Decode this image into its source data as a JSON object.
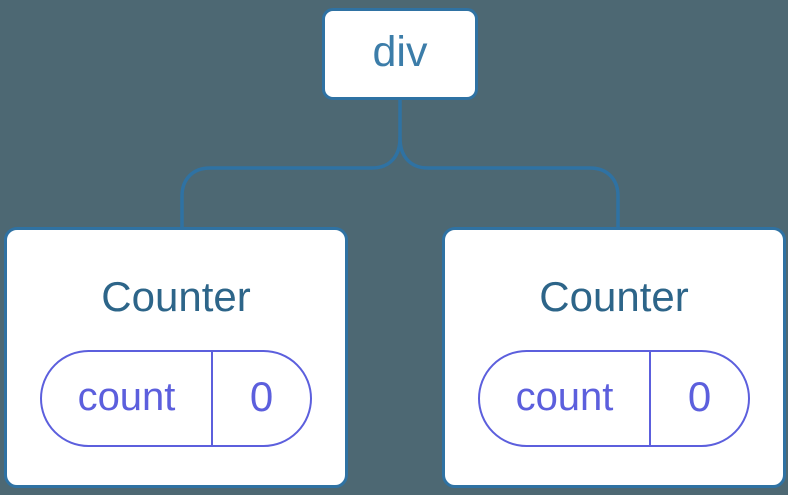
{
  "diagram": {
    "root": {
      "label": "div"
    },
    "children": [
      {
        "title": "Counter",
        "state": {
          "key": "count",
          "value": "0"
        }
      },
      {
        "title": "Counter",
        "state": {
          "key": "count",
          "value": "0"
        }
      }
    ]
  },
  "colors": {
    "background": "#4D6873",
    "node_fill": "#FFFFFF",
    "node_border": "#2F72A3",
    "connector_line": "#2F72A3",
    "root_label_text": "#3C7DA9",
    "component_title_text": "#2D6589",
    "state_accent": "#5C5FDD"
  }
}
